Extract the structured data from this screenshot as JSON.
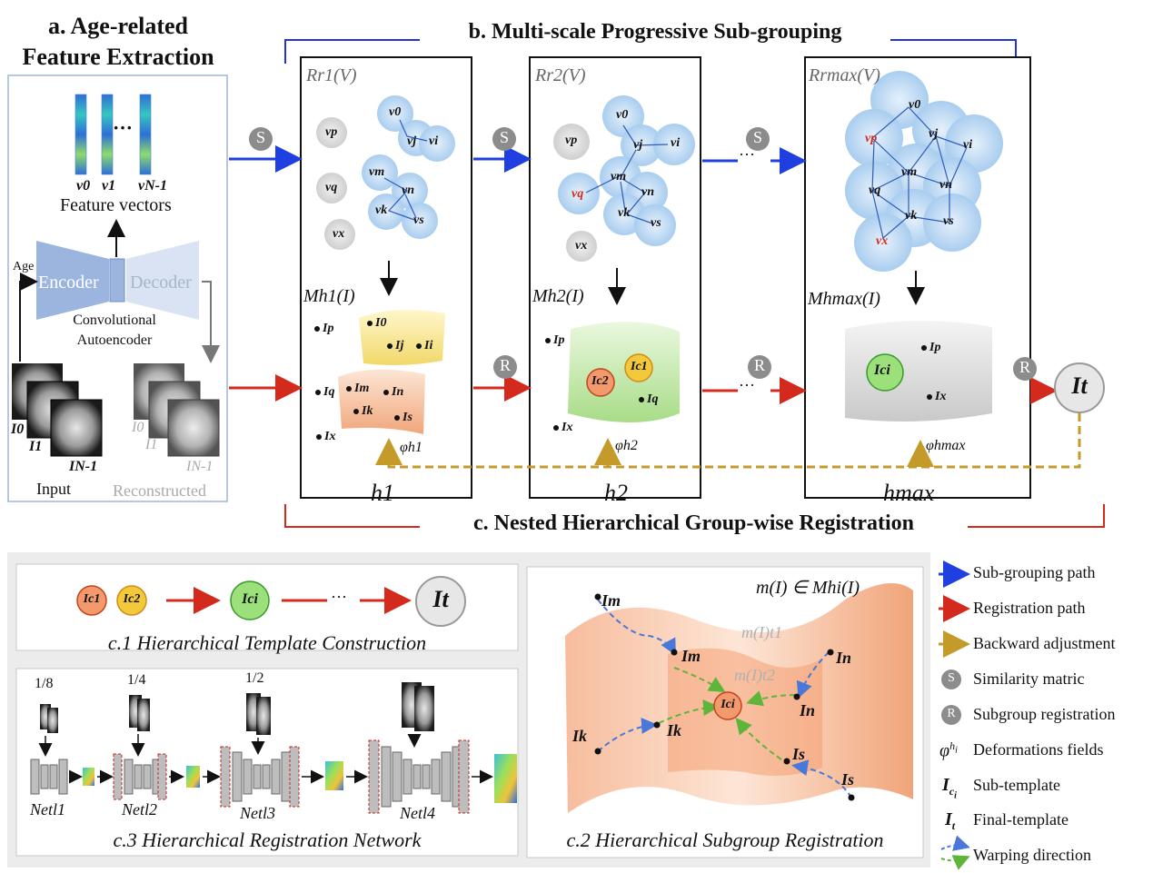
{
  "panel_a": {
    "title_line1": "a. Age-related",
    "title_line2": "Feature Extraction",
    "feature_labels": [
      "v0",
      "v1",
      "vN-1"
    ],
    "feature_dots": "···",
    "feature_caption": "Feature vectors",
    "age_label": "Age",
    "encoder_label": "Encoder",
    "decoder_label": "Decoder",
    "autoencoder_line1": "Convolutional",
    "autoencoder_line2": "Autoencoder",
    "input_labels": [
      "I0",
      "I1",
      "IN-1"
    ],
    "input_caption": "Input",
    "reconstructed_labels": [
      "I0",
      "I1",
      "IN-1"
    ],
    "reconstructed_caption": "Reconstructed"
  },
  "panel_b": {
    "title": "b. Multi-scale Progressive Sub-grouping",
    "levels": [
      {
        "r_label": "Rr1(V)",
        "m_label": "Mh1(I)",
        "phi": "φh1",
        "h_label": "h1"
      },
      {
        "r_label": "Rr2(V)",
        "m_label": "Mh2(I)",
        "phi": "φh2",
        "h_label": "h2"
      },
      {
        "r_label": "Rrmax(V)",
        "m_label": "Mhmax(I)",
        "phi": "φhmax",
        "h_label": "hmax"
      }
    ],
    "node_labels": [
      "vp",
      "vq",
      "vx",
      "v0",
      "vj",
      "vi",
      "vm",
      "vn",
      "vk",
      "vs"
    ],
    "image_labels_h1": [
      "Ip",
      "I0",
      "Ij",
      "Ii",
      "Iq",
      "Im",
      "In",
      "Ik",
      "Is",
      "Ix"
    ],
    "image_labels_h2": [
      "Ip",
      "Ic1",
      "Ic2",
      "Iq",
      "Ix"
    ],
    "image_labels_hmax": [
      "Ici",
      "Ip",
      "Ix"
    ],
    "s_badge": "S",
    "r_badge": "R",
    "final_template": "It"
  },
  "panel_c": {
    "title": "c. Nested Hierarchical Group-wise Registration",
    "c1_caption": "c.1 Hierarchical Template Construction",
    "c1_nodes": [
      "Ic1",
      "Ic2",
      "Ici",
      "It"
    ],
    "c2_caption": "c.2 Hierarchical Subgroup Registration",
    "c2_formula": "m(I) ∈ Mhi(I)",
    "c2_t1": "m(I)t1",
    "c2_t2": "m(I)t2",
    "c2_points": [
      "Im",
      "Im",
      "In",
      "In",
      "Ik",
      "Ik",
      "Is",
      "Is",
      "Ici"
    ],
    "c3_caption": "c.3 Hierarchical Registration Network",
    "c3_scales": [
      "1/8",
      "1/4",
      "1/2"
    ],
    "c3_nets": [
      "Netl1",
      "Netl2",
      "Netl3",
      "Netl4"
    ]
  },
  "legend": [
    {
      "label": "Sub-grouping path",
      "icon": "blue-arrow",
      "color": "#1f3fe0"
    },
    {
      "label": "Registration path",
      "icon": "red-arrow",
      "color": "#d42a1e"
    },
    {
      "label": "Backward adjustment",
      "icon": "gold-dashed-arrow",
      "color": "#c49a2a"
    },
    {
      "label": "Similarity matric",
      "icon": "s-badge"
    },
    {
      "label": "Subgroup registration",
      "icon": "r-badge"
    },
    {
      "label": "Deformations fields",
      "icon": "phi-symbol"
    },
    {
      "label": "Sub-template",
      "icon": "ici-symbol"
    },
    {
      "label": "Final-template",
      "icon": "it-symbol"
    },
    {
      "label": "Warping direction",
      "icon": "warp-arrows"
    }
  ],
  "colors": {
    "blue": "#1f3fe0",
    "red": "#d42a1e",
    "gold": "#c49a2a",
    "node_blue": "#b9d8f2",
    "badge_gray": "#8c8c8c"
  }
}
